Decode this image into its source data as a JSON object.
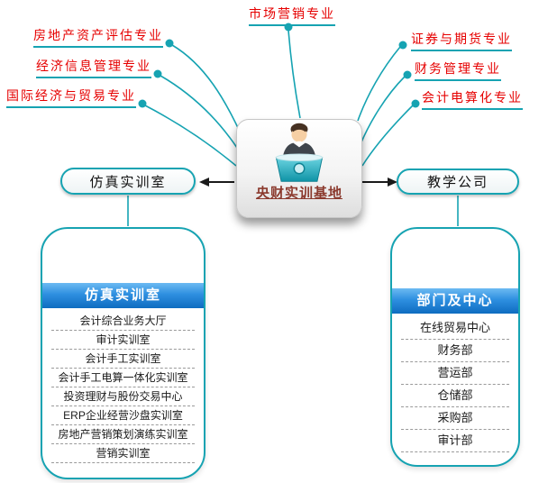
{
  "colors": {
    "teal": "#16a3b2",
    "major_red": "#e60000",
    "center_title_color": "#8b3a2e",
    "header_gradient_top": "#6cbaf2",
    "header_gradient_bottom": "#0e6cc0",
    "list_text": "#1a1a1a"
  },
  "center": {
    "title": "央财实训基地",
    "icon": "presenter-desk-icon"
  },
  "majors": [
    {
      "label": "市场营销专业"
    },
    {
      "label": "房地产资产评估专业"
    },
    {
      "label": "经济信息管理专业"
    },
    {
      "label": "国际经济与贸易专业"
    },
    {
      "label": "证券与期货专业"
    },
    {
      "label": "财务管理专业"
    },
    {
      "label": "会计电算化专业"
    }
  ],
  "left_branch": {
    "label": "仿真实训室",
    "panel": {
      "title": "仿真实训室",
      "items": [
        "会计综合业务大厅",
        "审计实训室",
        "会计手工实训室",
        "会计手工电算一体化实训室",
        "投资理财与股份交易中心",
        "ERP企业经营沙盘实训室",
        "房地产营销策划演练实训室",
        "营销实训室"
      ]
    }
  },
  "right_branch": {
    "label": "教学公司",
    "panel": {
      "title": "部门及中心",
      "items": [
        "在线贸易中心",
        "财务部",
        "营运部",
        "仓储部",
        "采购部",
        "审计部"
      ]
    }
  }
}
